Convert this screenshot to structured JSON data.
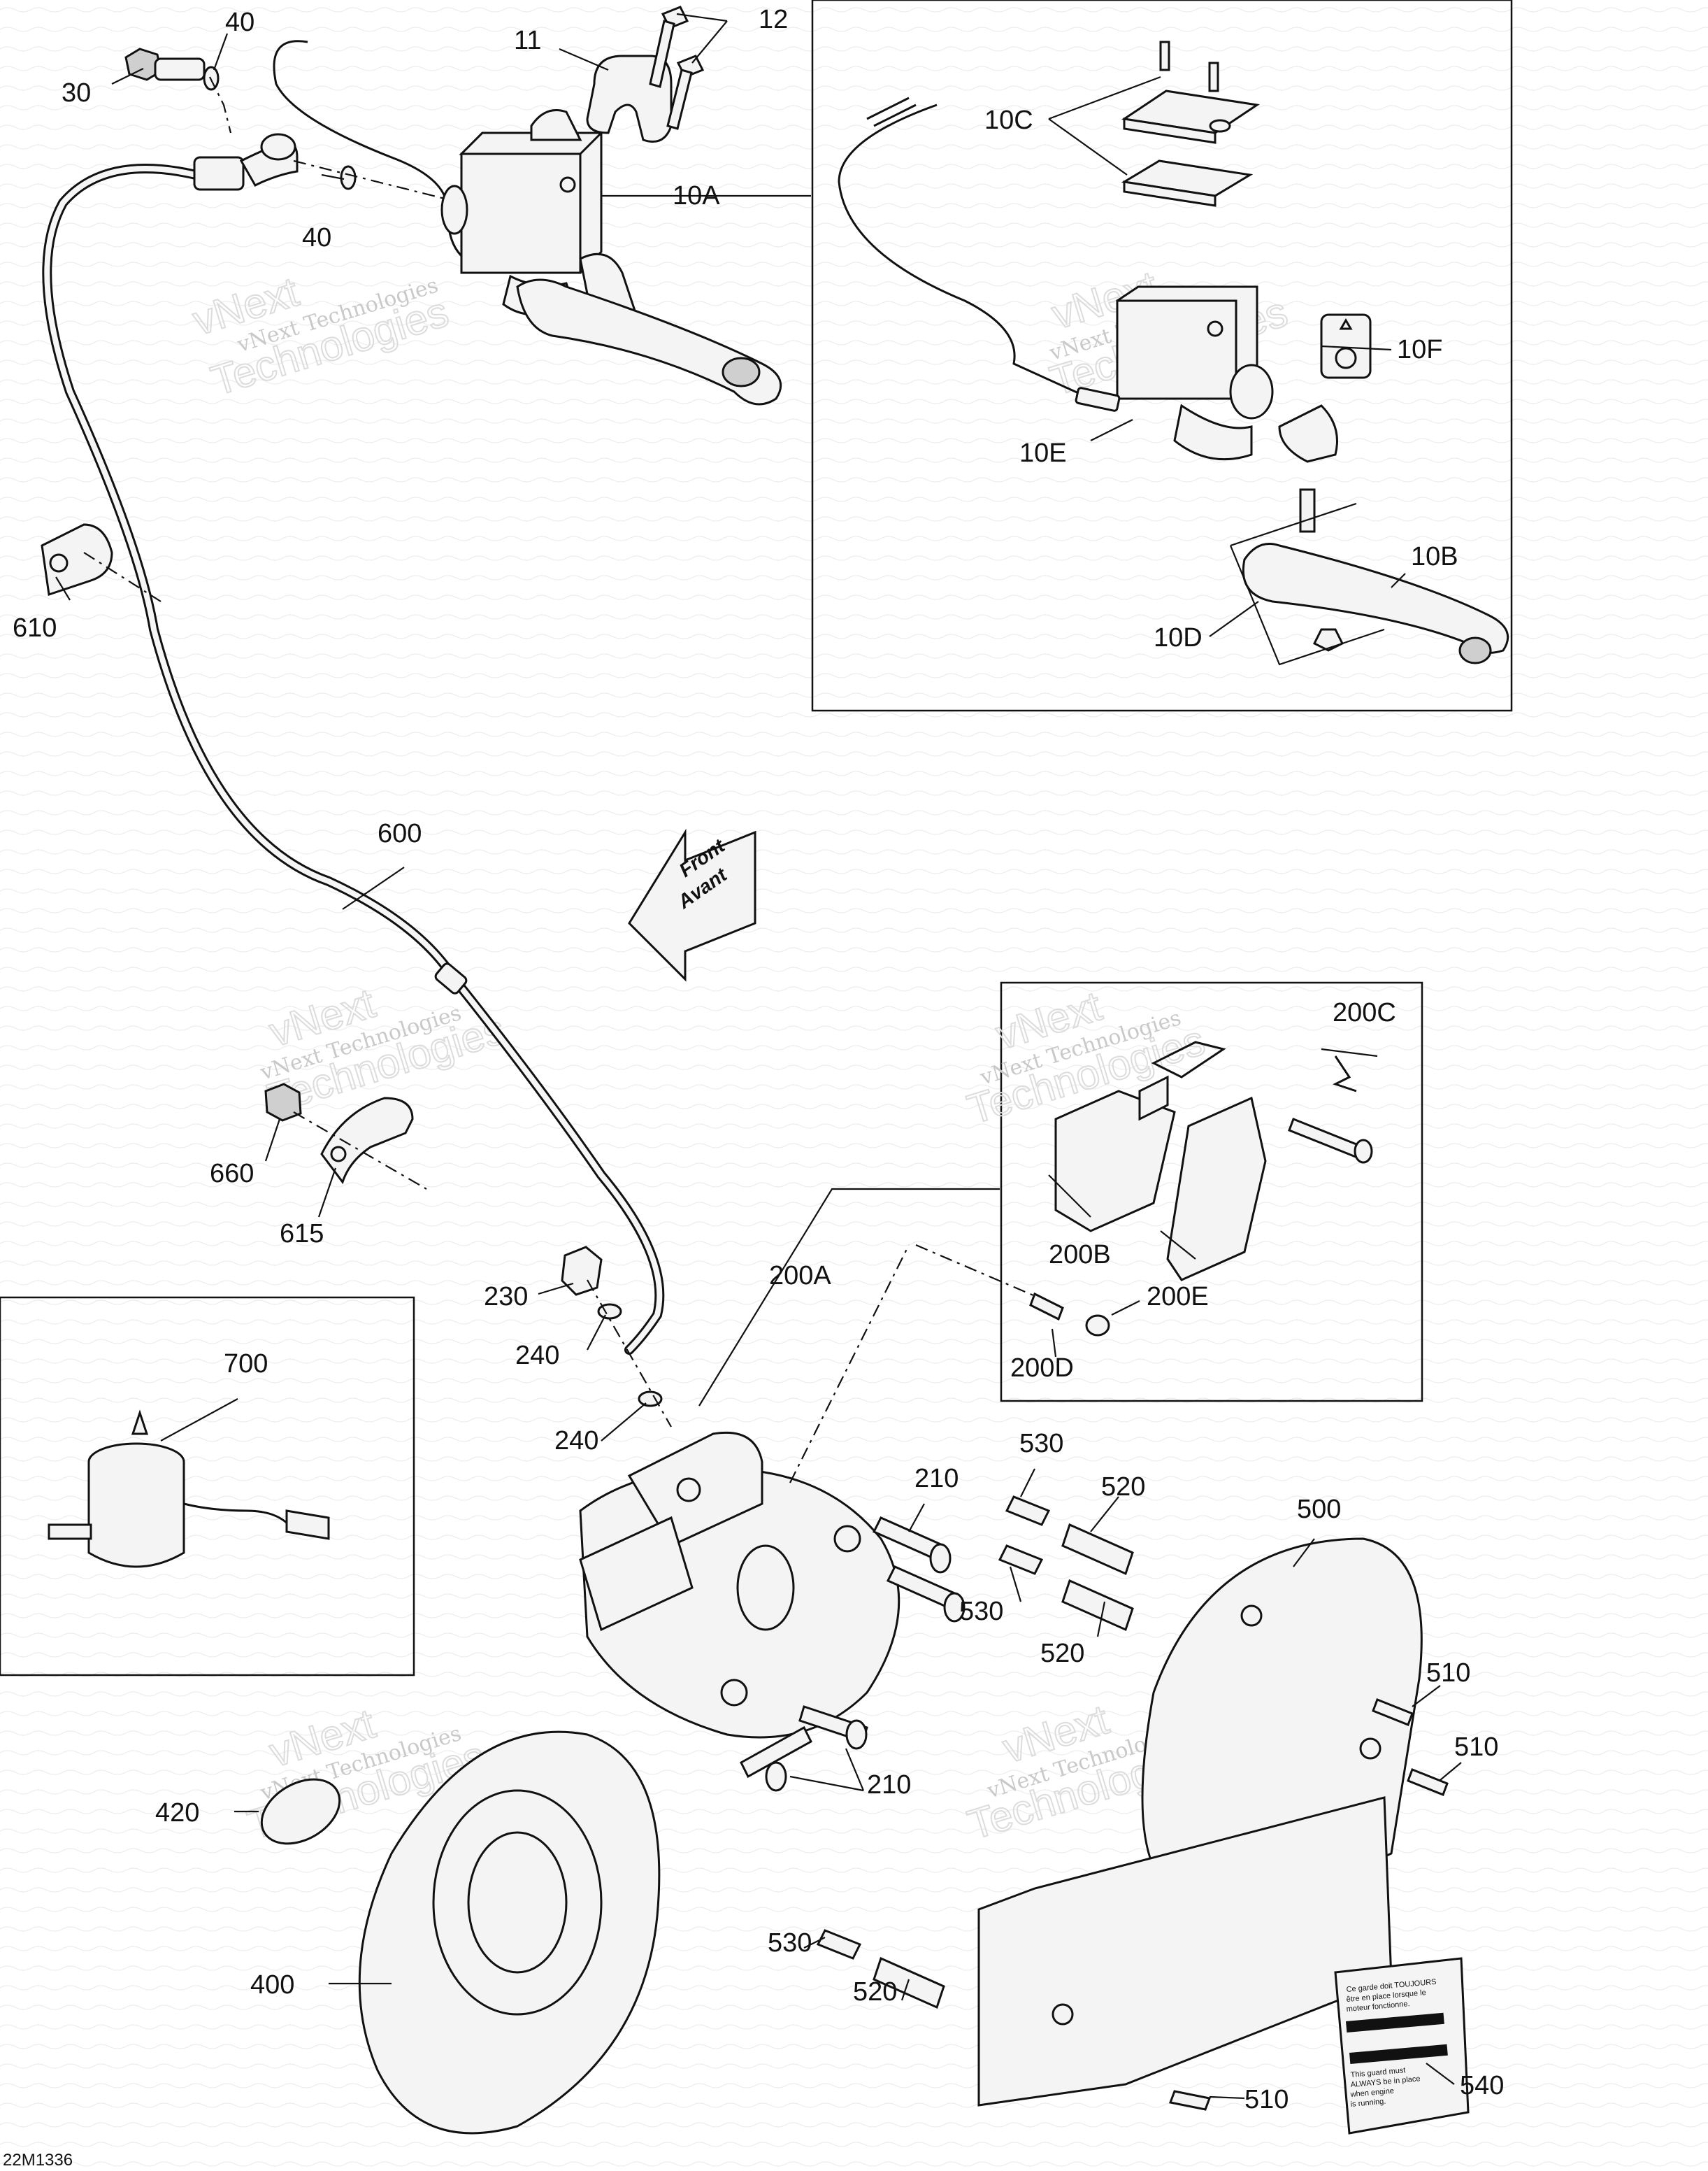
{
  "diagram": {
    "drawing_code": "22M1336",
    "watermark": {
      "line1": "vNext Technologies",
      "line2": "vNext",
      "line3": "Technologies"
    },
    "front_arrow": {
      "line1": "Front",
      "line2": "Avant"
    },
    "guard_label": {
      "line1": "Ce garde doit TOUJOURS",
      "line2": "être en place lorsque le",
      "line3": "moteur fonctionne.",
      "line4": "This guard must",
      "line5": "ALWAYS be in place",
      "line6": "when engine",
      "line7": "is running."
    },
    "callouts": {
      "c40a": "40",
      "c40b": "40",
      "c30": "30",
      "c11": "11",
      "c12": "12",
      "c10A": "10A",
      "c10C": "10C",
      "c10F": "10F",
      "c10E": "10E",
      "c10B": "10B",
      "c10D": "10D",
      "c610": "610",
      "c600": "600",
      "c660": "660",
      "c615": "615",
      "c200C": "200C",
      "c200B": "200B",
      "c200A": "200A",
      "c200E": "200E",
      "c200D": "200D",
      "c230": "230",
      "c240a": "240",
      "c240b": "240",
      "c700": "700",
      "c210a": "210",
      "c210b": "210",
      "c530a": "530",
      "c530b": "530",
      "c530c": "530",
      "c520a": "520",
      "c520b": "520",
      "c520c": "520",
      "c500": "500",
      "c510a": "510",
      "c510b": "510",
      "c510c": "510",
      "c420": "420",
      "c400": "400",
      "c540": "540"
    }
  }
}
